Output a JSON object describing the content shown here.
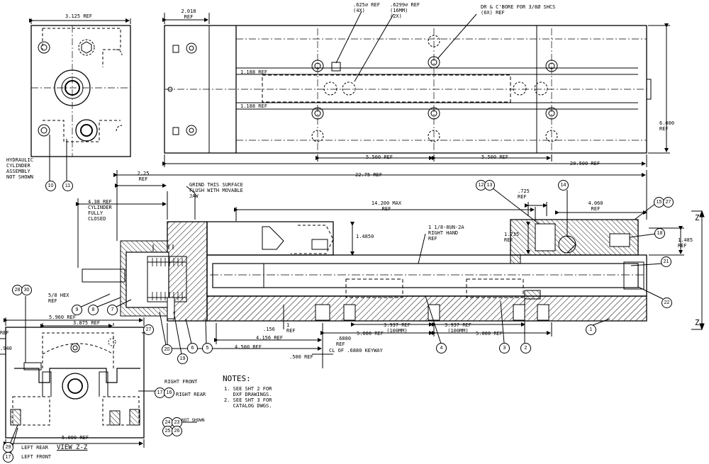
{
  "drawing": {
    "dims": {
      "top_left_width": "3.125 REF",
      "top_offset": "2.018\nREF",
      "hole_625": ".625⌀ REF\n(4X)",
      "hole_6299": ".6299⌀ REF\n(16MM)\n(2X)",
      "counterbore": "DR & C'BORE FOR 3/8Ø SHCS\n(6X) REF",
      "slot_upper": "1.188 REF",
      "slot_lower": "1.188 REF",
      "spacing_left": "5.500 REF",
      "spacing_right": "5.500 REF",
      "height_6000": "6.000\nREF",
      "overall_20500": "20.500 REF",
      "overall_2275": "22.75 REF",
      "offset_225": "2.25\nREF",
      "cyl_closed": "4.38 REF\nCYLINDER\nFULLY\nCLOSED",
      "max_14200": "14.200 MAX\nREF",
      "jaw_1485_left": "1.4850",
      "dim_725": ".725\nREF",
      "dim_4060": "4.060\nREF",
      "dim_1735": "1.735\nREF",
      "dim_1485_right": "1.485\nREF",
      "thread": "1 1/8-8UN-2A\nRIGHT HAND\nREF",
      "hex": "5/8 HEX\nREF",
      "dim_1_ref": "1\nREF",
      "dim_156": ".156",
      "dim_4156": "4.156 REF",
      "dim_4500": "4.500 REF",
      "dim_500": ".500 REF",
      "dim_6880": ".6880\nREF",
      "keyway": "CL OF .6880 KEYWAY",
      "dim_5000_a": "5.000 REF",
      "dim_5000_b": "5.000 REF",
      "dim_3937_a": "3.937 REF\n(100MM)",
      "dim_3937_b": "3.937 REF\n(100MM)",
      "grind": "GRIND THIS SURFACE\nFLUSH WITH MOVABLE\nJAW",
      "hydraulic": "HYDRAULIC\nCYLINDER\nASSEMBLY\nNOT SHOWN",
      "vz_5960": "5.960 REF",
      "vz_3875": "3.875 REF",
      "vz_5000": "5.000 REF",
      "vz_ref": "REF",
      "vz_940": ".940",
      "z_top": "Z",
      "z_bottom": "Z"
    },
    "notes": {
      "title": "NOTES:",
      "items": [
        "1. SEE SHT 2 FOR\n   DXF DRAWINGS.",
        "2. SEE SHT 3 FOR\n   CATALOG DWGS."
      ]
    },
    "view_label": "VIEW Z-Z",
    "callouts": {
      "right_front": "RIGHT FRONT",
      "right_rear": "RIGHT REAR",
      "left_rear": "LEFT REAR",
      "left_front": "LEFT FRONT",
      "not_shown": "NOT SHOWN"
    },
    "balloons": [
      "10",
      "11",
      "12",
      "13",
      "14",
      "15",
      "27",
      "18",
      "21",
      "22",
      "1",
      "2",
      "3",
      "4",
      "5",
      "6",
      "19",
      "20",
      "9",
      "8",
      "7",
      "28",
      "30",
      "27",
      "17",
      "16",
      "24",
      "23",
      "25",
      "26",
      "29",
      "17"
    ]
  }
}
